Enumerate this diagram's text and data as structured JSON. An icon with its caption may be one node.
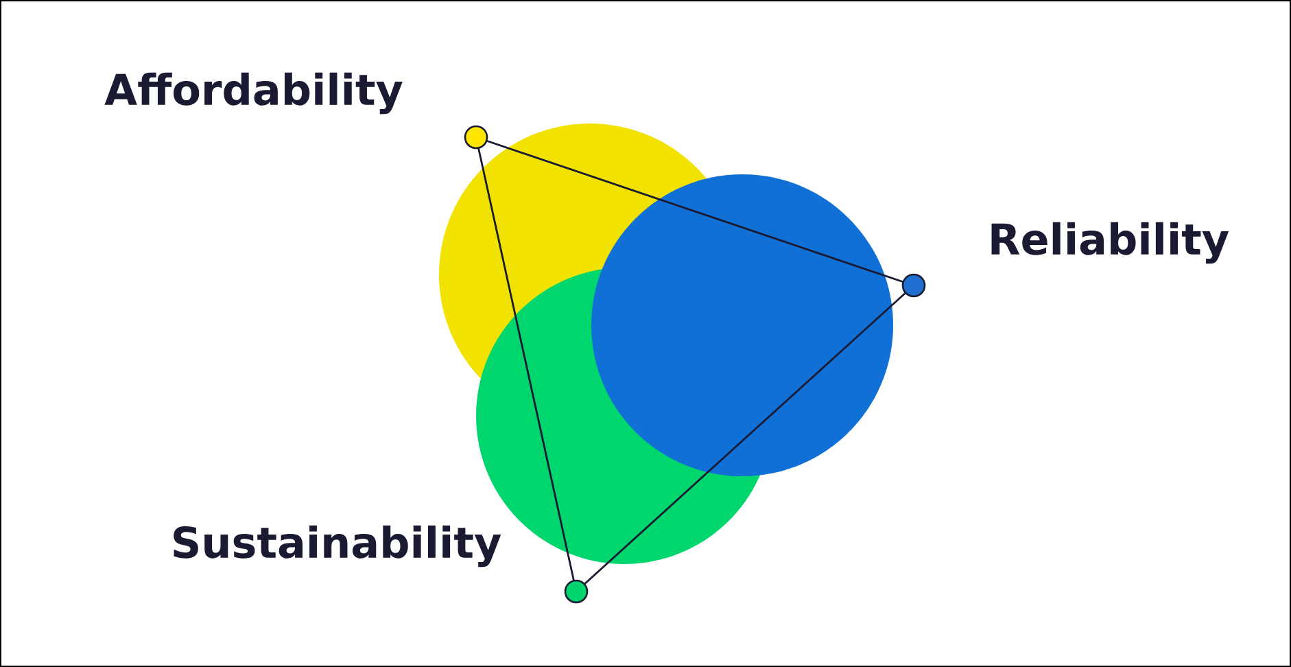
{
  "diagram": {
    "nodes": [
      {
        "text": [],
        "shape": "circle",
        "beside": [
          "Affordability"
        ]
      },
      {
        "text": [],
        "shape": "circle",
        "beside": [
          "Reliability"
        ]
      },
      {
        "text": [],
        "shape": "circle",
        "beside": [
          "Sustainability"
        ]
      }
    ],
    "edges": [
      {
        "from": 0,
        "to": 1,
        "arrow": "none"
      },
      {
        "from": 0,
        "to": 2,
        "arrow": "none"
      },
      {
        "from": 2,
        "to": 1,
        "arrow": "none"
      }
    ]
  }
}
